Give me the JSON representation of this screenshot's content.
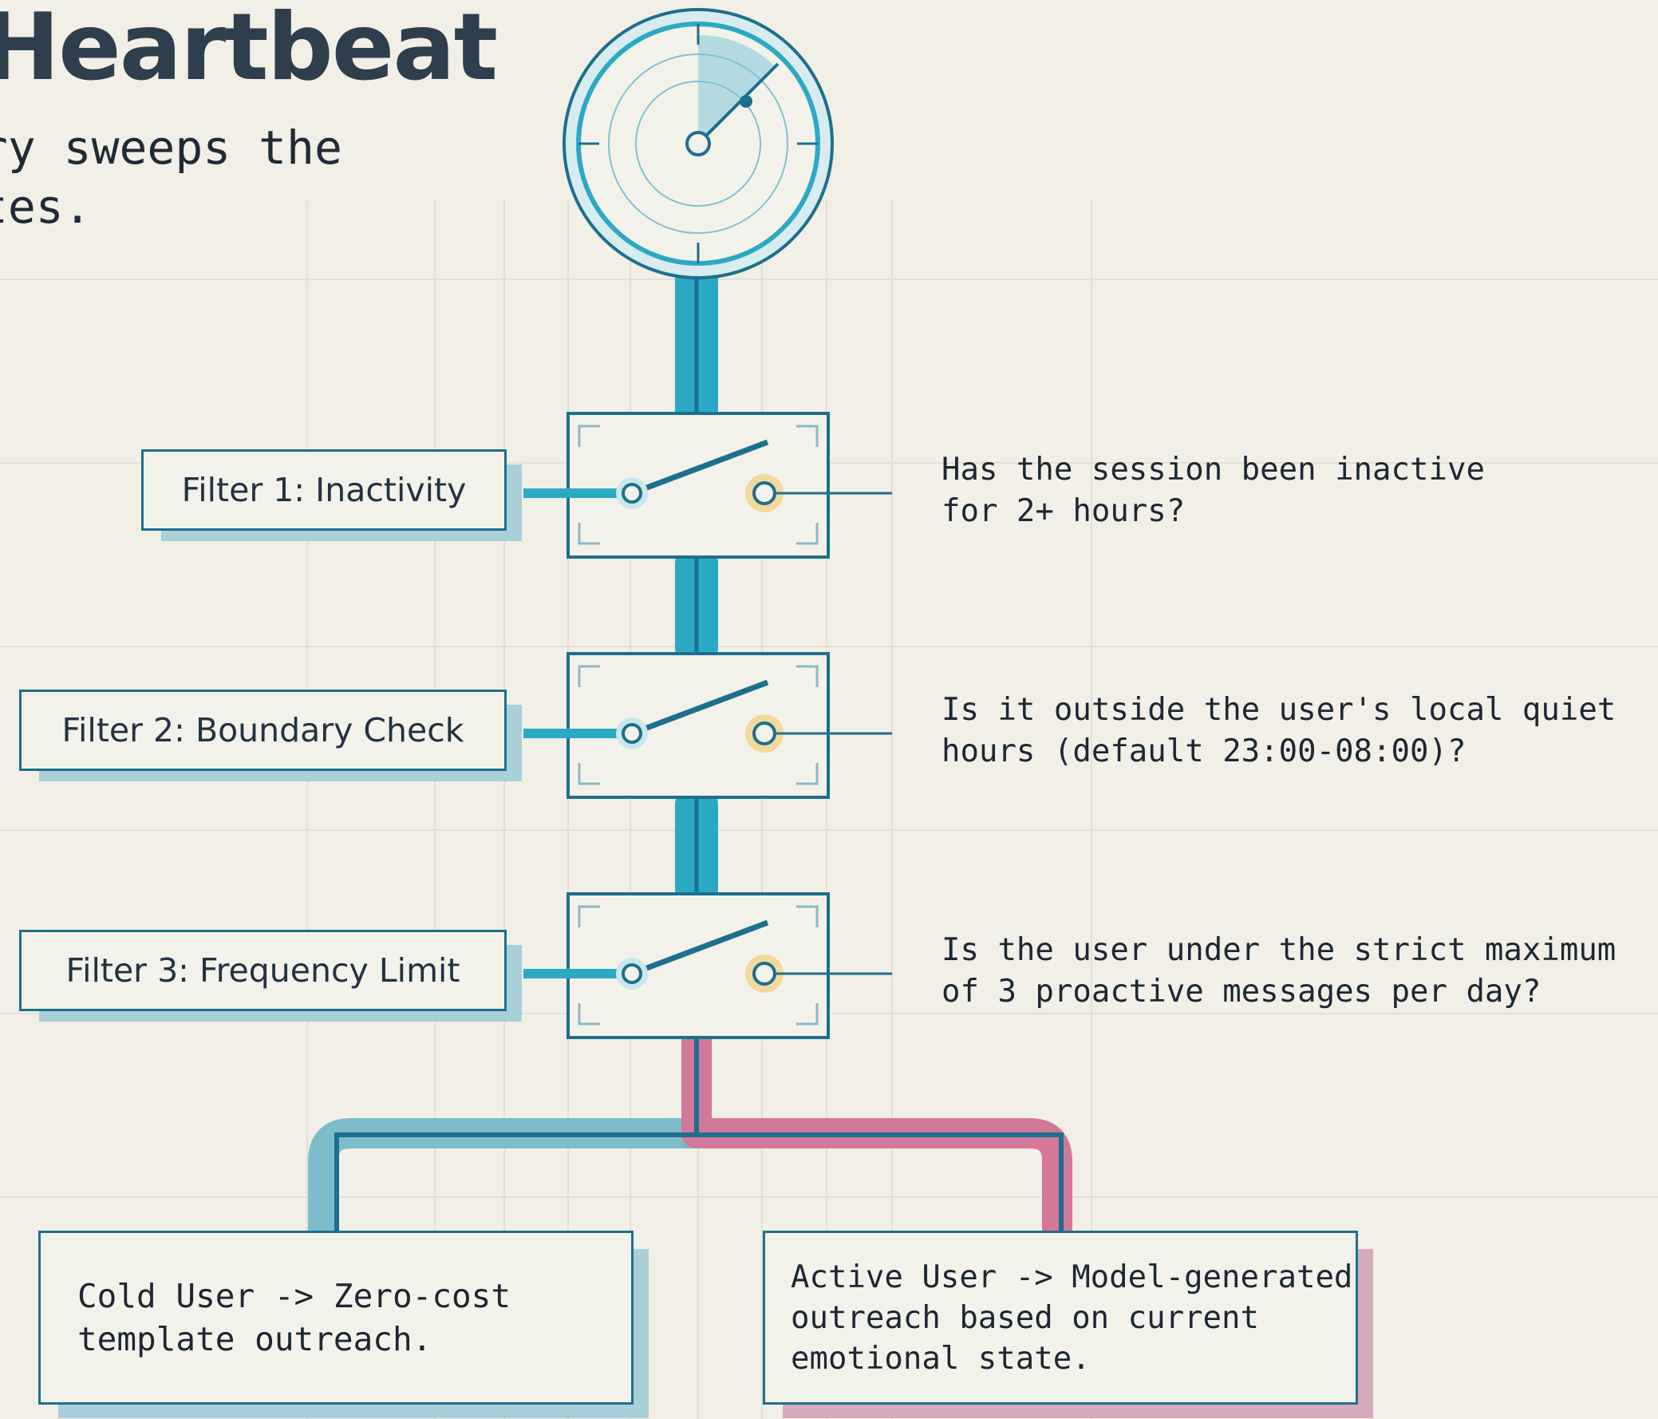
{
  "header": {
    "title": "Heartbeat",
    "subtitle_line1": "ery sweeps the",
    "subtitle_line2": "utes."
  },
  "filters": [
    {
      "label": "Filter 1: Inactivity",
      "question": "Has the session been inactive\nfor 2+ hours?"
    },
    {
      "label": "Filter 2: Boundary Check",
      "question": "Is it outside the user's local quiet\nhours (default 23:00-08:00)?"
    },
    {
      "label": "Filter 3: Frequency Limit",
      "question": "Is the user under the strict maximum\nof 3 proactive messages per day?"
    }
  ],
  "outcomes": {
    "cold": "Cold User -> Zero-cost\ntemplate outreach.",
    "active": "Active User -> Model-generated\noutreach based on current\nemotional state."
  },
  "colors": {
    "teal": "#2ba9c4",
    "dark_teal": "#1d6f8e",
    "pink": "#d37898",
    "amber": "#e8ba62",
    "background": "#f1efe6"
  },
  "icons": [
    "clock-radar-icon",
    "switch-icon"
  ]
}
